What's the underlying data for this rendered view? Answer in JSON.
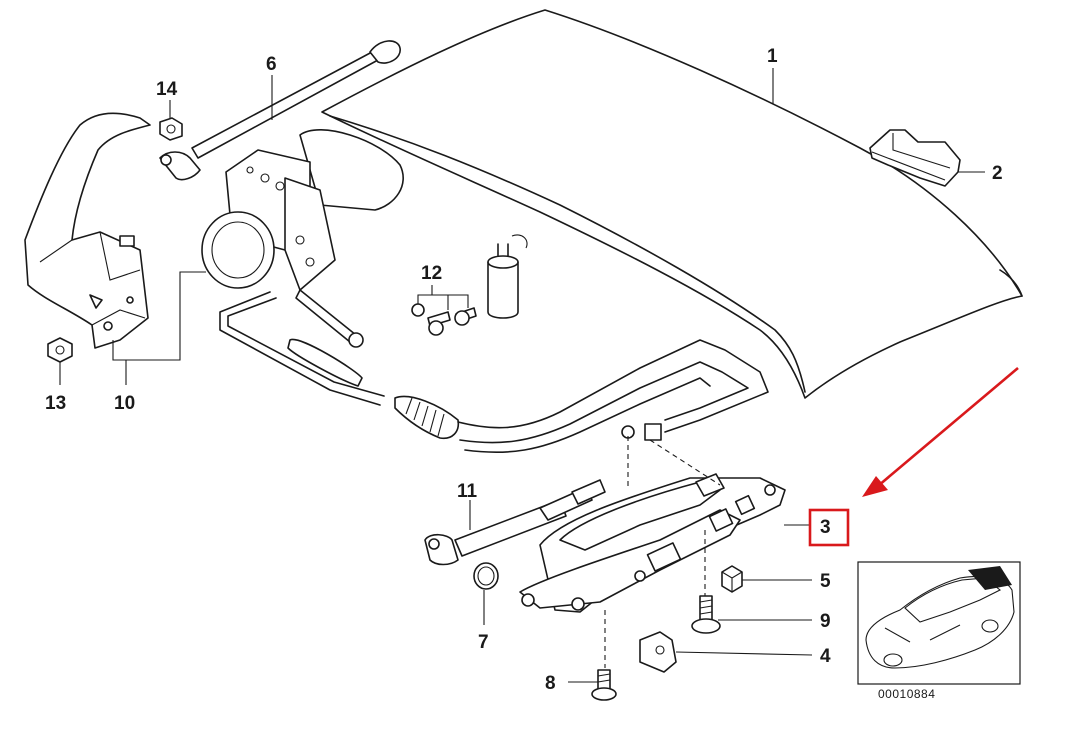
{
  "diagram": {
    "callouts": [
      {
        "id": "1",
        "part": "trunk-lid"
      },
      {
        "id": "2",
        "part": "lock-trim"
      },
      {
        "id": "3",
        "part": "hinge-assembly"
      },
      {
        "id": "4",
        "part": "cap"
      },
      {
        "id": "5",
        "part": "square-nut"
      },
      {
        "id": "6",
        "part": "gas-strut-upper"
      },
      {
        "id": "7",
        "part": "lock-ring"
      },
      {
        "id": "8",
        "part": "screw-lower"
      },
      {
        "id": "9",
        "part": "screw-hinge"
      },
      {
        "id": "10",
        "part": "hydraulic-unit-bracket"
      },
      {
        "id": "11",
        "part": "hydraulic-cylinder"
      },
      {
        "id": "12",
        "part": "bolt-set"
      },
      {
        "id": "13",
        "part": "nut-lower"
      },
      {
        "id": "14",
        "part": "nut-upper"
      }
    ],
    "highlight": {
      "callout": "3",
      "color": "#d9191c"
    },
    "inset": {
      "image_id": "00010884",
      "icon": "car-silhouette-icon"
    }
  }
}
